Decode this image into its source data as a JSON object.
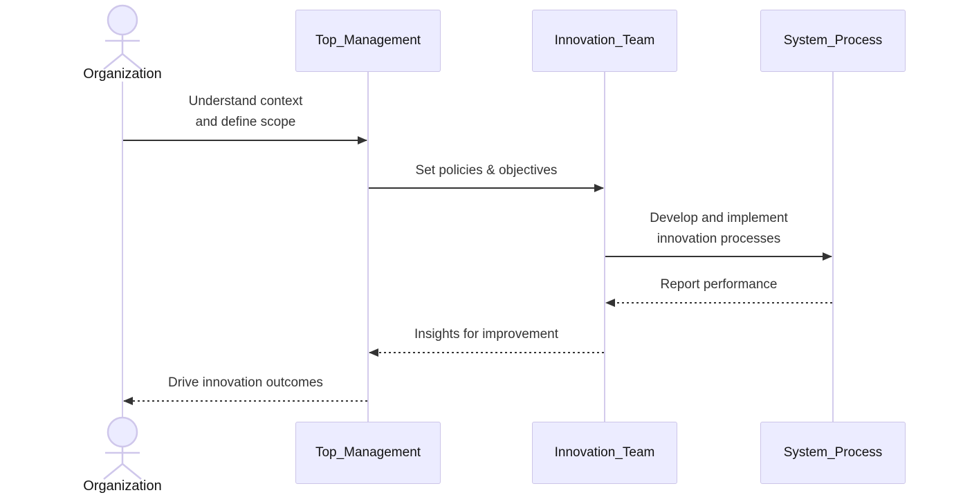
{
  "diagram": {
    "type": "sequence-diagram",
    "actor": {
      "label": "Organization",
      "icon": "stick-figure-icon"
    },
    "participants": [
      {
        "id": "top_management",
        "label": "Top_Management"
      },
      {
        "id": "innovation_team",
        "label": "Innovation_Team"
      },
      {
        "id": "system_process",
        "label": "System_Process"
      }
    ],
    "messages": [
      {
        "from": "Organization",
        "to": "Top_Management",
        "text": "Understand context\nand define scope",
        "line": "solid",
        "direction": "right"
      },
      {
        "from": "Top_Management",
        "to": "Innovation_Team",
        "text": "Set policies & objectives",
        "line": "solid",
        "direction": "right"
      },
      {
        "from": "Innovation_Team",
        "to": "System_Process",
        "text": "Develop and implement\ninnovation processes",
        "line": "solid",
        "direction": "right"
      },
      {
        "from": "System_Process",
        "to": "Innovation_Team",
        "text": "Report performance",
        "line": "dashed",
        "direction": "left"
      },
      {
        "from": "Innovation_Team",
        "to": "Top_Management",
        "text": "Insights for improvement",
        "line": "dashed",
        "direction": "left"
      },
      {
        "from": "Top_Management",
        "to": "Organization",
        "text": "Drive innovation outcomes",
        "line": "dashed",
        "direction": "left"
      }
    ],
    "colors": {
      "participant_fill": "#ECECFF",
      "participant_border": "#CCC4E8",
      "lifeline": "#D3CBEC",
      "actor_stroke": "#CFC7EB",
      "message_line": "#333333",
      "message_text": "#333333",
      "text": "#111111"
    }
  }
}
